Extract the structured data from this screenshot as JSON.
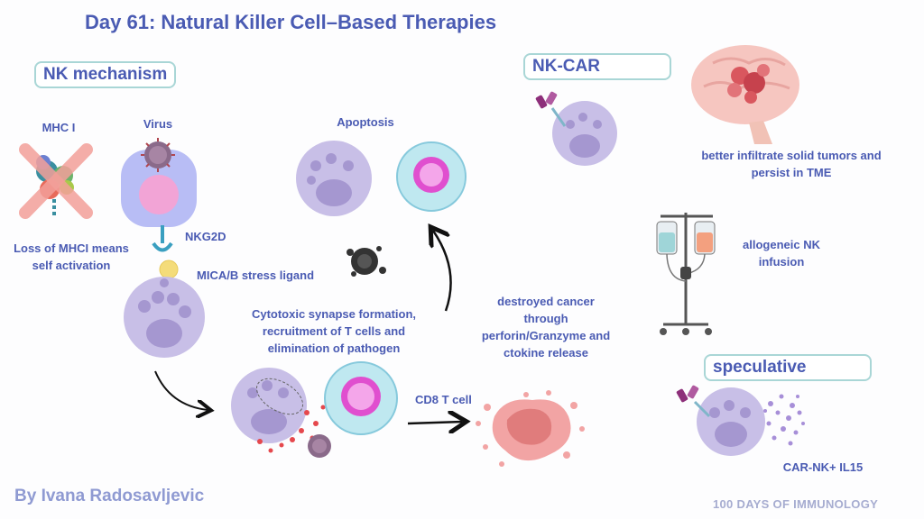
{
  "title": "Day 61: Natural Killer Cell–Based Therapies",
  "sections": {
    "mechanism": "NK mechanism",
    "nkcar": "NK-CAR",
    "speculative": "speculative"
  },
  "labels": {
    "mhc1": "MHC I",
    "virus": "Virus",
    "loss_mhc": "Loss of MHCI means self activation",
    "nkg2d": "NKG2D",
    "mica": "MICA/B stress ligand",
    "apoptosis": "Apoptosis",
    "synapse": "Cytotoxic synapse formation, recruitment of T cells and elimination of pathogen",
    "destroyed": "destroyed cancer through perforin/Granzyme and ctokine release",
    "cd8": "CD8 T cell",
    "infiltrate": "better infiltrate solid tumors and persist in TME",
    "allogeneic": "allogeneic NK infusion",
    "carnk": "CAR-NK+ IL15"
  },
  "credit": "By Ivana Radosavljevic",
  "footer": "100 DAYS OF IMMUNOLOGY",
  "colors": {
    "title": "#4a5bb3",
    "nk_cell": "#c8bfe7",
    "nk_nucleus": "#a597d0",
    "tcell": "#bfe8f0",
    "tcell_nucleus": "#e04fcf",
    "tumor": "#ee8f8f",
    "box_border": "#a9d6d6"
  }
}
